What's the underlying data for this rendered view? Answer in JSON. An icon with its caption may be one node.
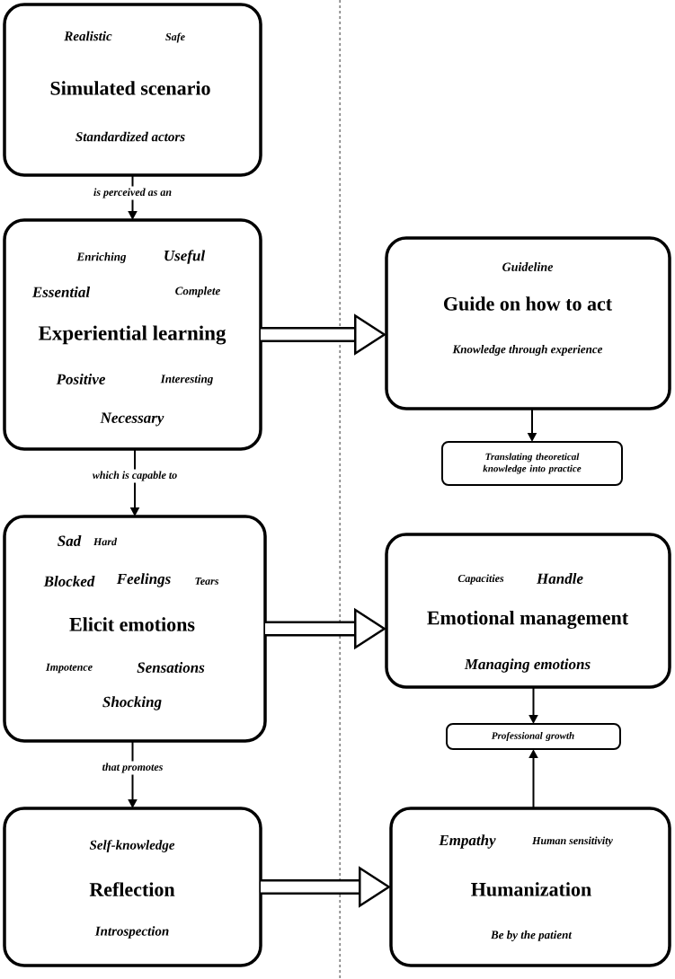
{
  "diagram": {
    "nodes": [
      {
        "text": [
          "Realistic",
          "Safe",
          "Simulated scenario",
          "Standardized actors"
        ]
      },
      {
        "text": [
          "Enriching",
          "Useful",
          "Essential",
          "Complete",
          "Experiential learning",
          "Positive",
          "Interesting",
          "Necessary"
        ]
      },
      {
        "text": [
          "Guideline",
          "Guide on how to act",
          "Knowledge through experience"
        ]
      },
      {
        "text": [
          "Translating theoretical knowledge into practice"
        ]
      },
      {
        "text": [
          "Sad",
          "Hard",
          "Blocked",
          "Feelings",
          "Tears",
          "Elicit emotions",
          "Impotence",
          "Sensations",
          "Shocking"
        ]
      },
      {
        "text": [
          "Capacities",
          "Handle",
          "Emotional management",
          "Managing emotions"
        ]
      },
      {
        "text": [
          "Professional growth"
        ]
      },
      {
        "text": [
          "Self-knowledge",
          "Reflection",
          "Introspection"
        ]
      },
      {
        "text": [
          "Empathy",
          "Human sensitivity",
          "Humanization",
          "Be by the patient"
        ]
      }
    ],
    "edges": [
      {
        "from": 0,
        "to": 1,
        "arrow": "to",
        "label": "is perceived as an"
      },
      {
        "from": 1,
        "to": 2,
        "arrow": "to",
        "style": "thick"
      },
      {
        "from": 2,
        "to": 3,
        "arrow": "to"
      },
      {
        "from": 1,
        "to": 4,
        "arrow": "to",
        "label": "which is capable to"
      },
      {
        "from": 4,
        "to": 5,
        "arrow": "to",
        "style": "thick"
      },
      {
        "from": 5,
        "to": 6,
        "arrow": "to"
      },
      {
        "from": 4,
        "to": 7,
        "arrow": "to",
        "label": "that promotes"
      },
      {
        "from": 7,
        "to": 8,
        "arrow": "to",
        "style": "thick"
      },
      {
        "from": 8,
        "to": 6,
        "arrow": "to"
      }
    ]
  }
}
